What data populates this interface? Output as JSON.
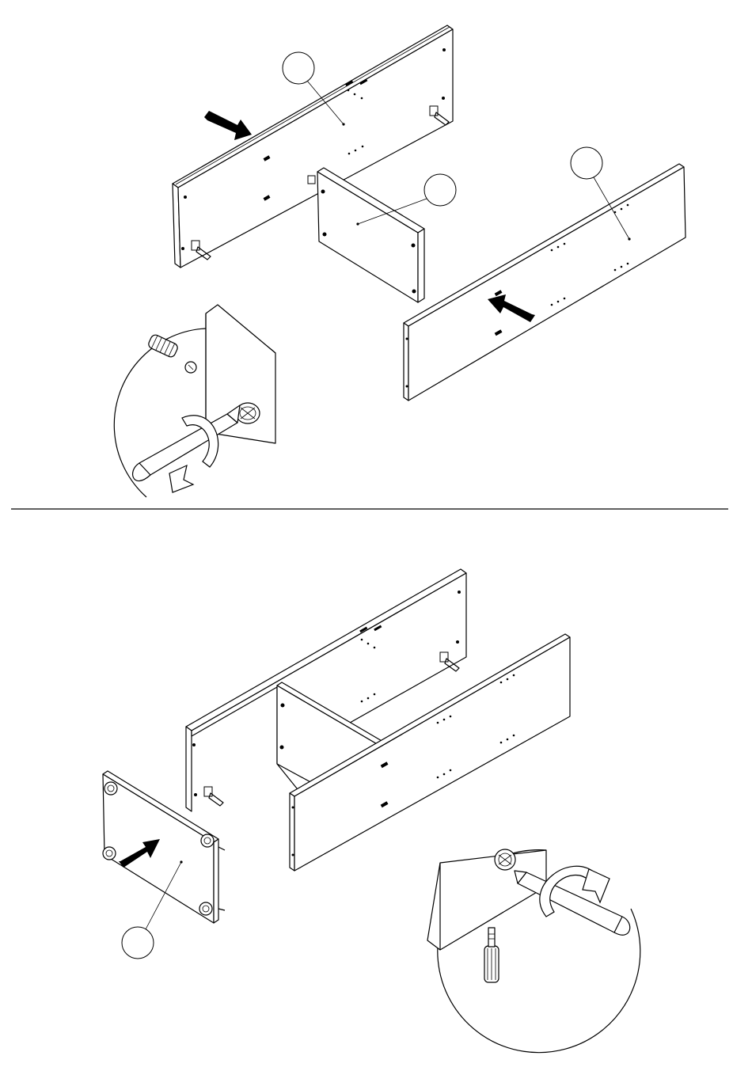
{
  "diagram": {
    "steps": [
      {
        "id": "step-1",
        "callouts": [
          {
            "part": "back-panel",
            "label": ""
          },
          {
            "part": "divider-panel",
            "label": ""
          },
          {
            "part": "front-panel",
            "label": ""
          }
        ],
        "detail": {
          "tool": "screwdriver",
          "fastener": "cam-lock",
          "rotation": "clockwise"
        }
      },
      {
        "id": "step-2",
        "callouts": [
          {
            "part": "side-panel",
            "label": ""
          }
        ],
        "detail": {
          "tool": "screwdriver",
          "fastener": "cam-lock",
          "rotation": "clockwise"
        }
      }
    ],
    "colors": {
      "line": "#000000",
      "background": "#ffffff"
    }
  }
}
